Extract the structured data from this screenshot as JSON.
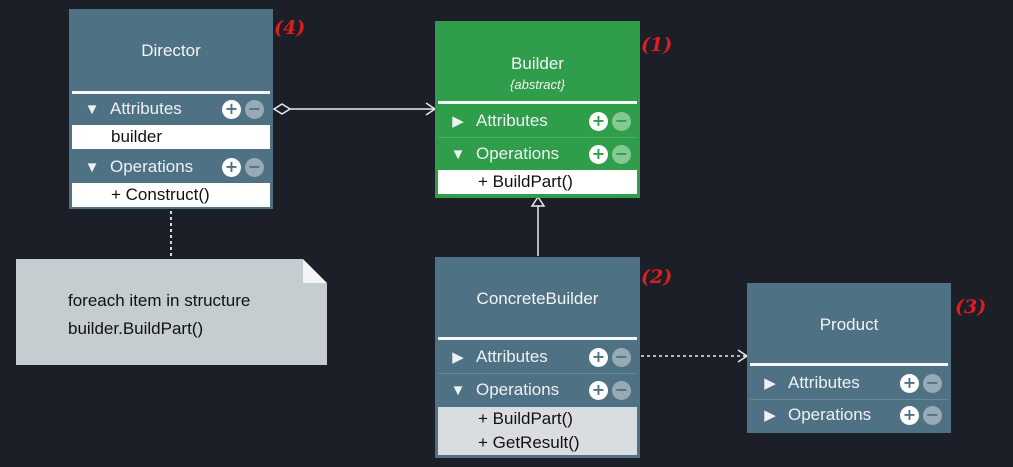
{
  "classes": {
    "director": {
      "name": "Director",
      "attributes_label": "Attributes",
      "attributes": [
        "builder"
      ],
      "operations_label": "Operations",
      "operations": [
        "+ Construct()"
      ],
      "number": "(4)"
    },
    "builder": {
      "name": "Builder",
      "stereotype": "{abstract}",
      "attributes_label": "Attributes",
      "operations_label": "Operations",
      "operations": [
        "+ BuildPart()"
      ],
      "number": "(1)"
    },
    "concrete_builder": {
      "name": "ConcreteBuilder",
      "attributes_label": "Attributes",
      "operations_label": "Operations",
      "operations": [
        "+ BuildPart()",
        "+ GetResult()"
      ],
      "number": "(2)"
    },
    "product": {
      "name": "Product",
      "attributes_label": "Attributes",
      "operations_label": "Operations",
      "number": "(3)"
    }
  },
  "note": {
    "lines": [
      "foreach item in structure",
      "builder.BuildPart()"
    ]
  },
  "symbols": {
    "expanded": "▼",
    "collapsed": "▶",
    "add": "+",
    "remove": "−"
  },
  "colors": {
    "background": "#1c1f28",
    "class_blue": "#4e7184",
    "class_green": "#2f9d49",
    "note": "#c5cdd1",
    "number_red": "#e11d1d"
  },
  "icons": [
    "expand-arrow-icon",
    "collapse-arrow-icon",
    "add-icon",
    "remove-icon"
  ]
}
